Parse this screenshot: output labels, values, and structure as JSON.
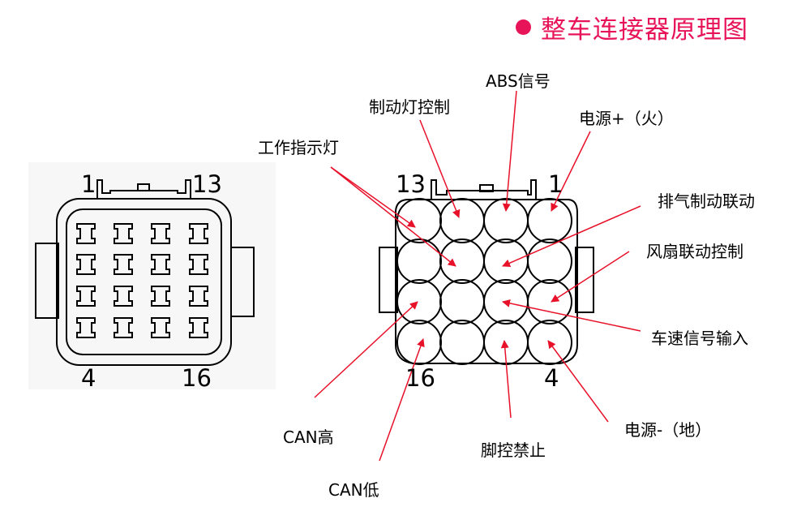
{
  "title": "整车连接器原理图",
  "colors": {
    "accent": "#e8145a",
    "arrow": "#e8112a",
    "outline": "#000000"
  },
  "left_connector": {
    "pin_numbers": {
      "top_left": "1",
      "top_right": "13",
      "bottom_left": "4",
      "bottom_right": "16"
    },
    "rows": 4,
    "cols": 4
  },
  "right_connector": {
    "pin_numbers": {
      "top_left": "13",
      "top_right": "1",
      "bottom_left": "16",
      "bottom_right": "4"
    },
    "rows": 4,
    "cols": 4
  },
  "labels": {
    "abs": "ABS信号",
    "brake_light": "制动灯控制",
    "power_plus": "电源+（火）",
    "work_light": "工作指示灯",
    "exhaust_brake": "排气制动联动",
    "fan": "风扇联动控制",
    "speed": "车速信号输入",
    "can_high": "CAN高",
    "can_low": "CAN低",
    "foot_brake": "脚控禁止",
    "power_minus": "电源-（地）"
  }
}
